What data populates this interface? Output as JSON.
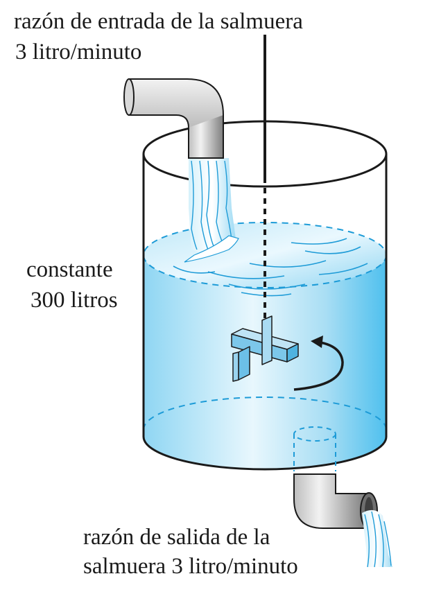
{
  "inflow": {
    "label": "razón de entrada de la salmuera",
    "rate": "3 litro/minuto"
  },
  "tank": {
    "label_line1": "constante",
    "label_line2": "300 litros"
  },
  "outflow": {
    "label_line1": "razón de salida de la",
    "label_line2": "salmuera 3 litro/minuto"
  },
  "colors": {
    "water_light": "#e6f6fd",
    "water_mid": "#a9def4",
    "water_dark": "#5cc6ef",
    "pipe_light": "#f0f0f0",
    "pipe_dark": "#8f8f8f",
    "outline": "#1a1a1a",
    "dashed_blue": "#1d9bd7"
  }
}
